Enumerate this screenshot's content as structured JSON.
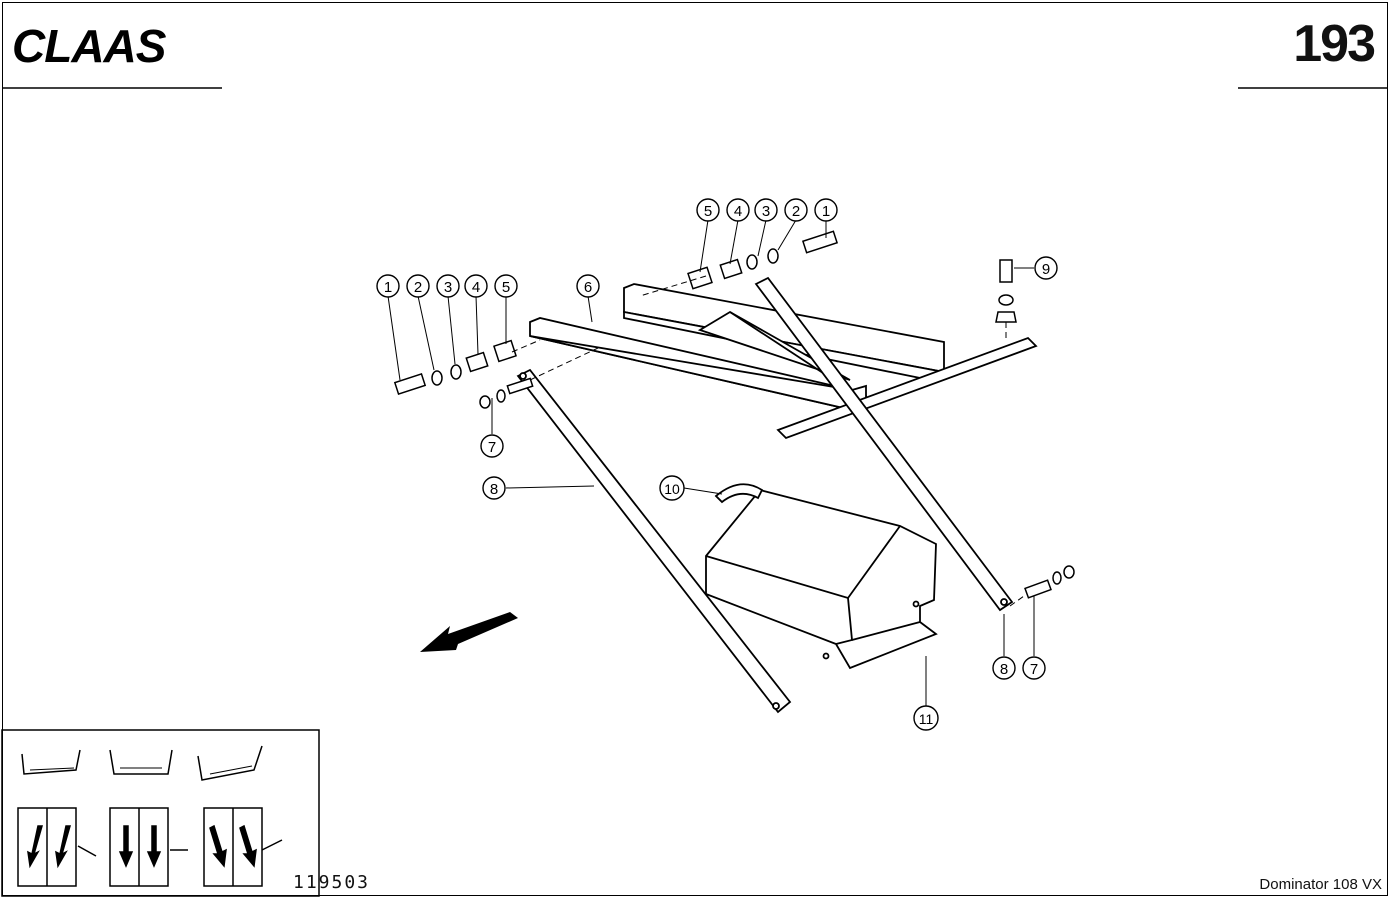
{
  "header": {
    "brand": "CLAAS",
    "page_number": "193"
  },
  "footer": {
    "drawing_number": "119503",
    "model": "Dominator 108 VX"
  },
  "callouts": {
    "c1a": "1",
    "c2a": "2",
    "c3a": "3",
    "c4a": "4",
    "c5a": "5",
    "c1b": "1",
    "c2b": "2",
    "c3b": "3",
    "c4b": "4",
    "c5b": "5",
    "c6": "6",
    "c7a": "7",
    "c7b": "7",
    "c8a": "8",
    "c8b": "8",
    "c9": "9",
    "c10": "10",
    "c11": "11"
  }
}
